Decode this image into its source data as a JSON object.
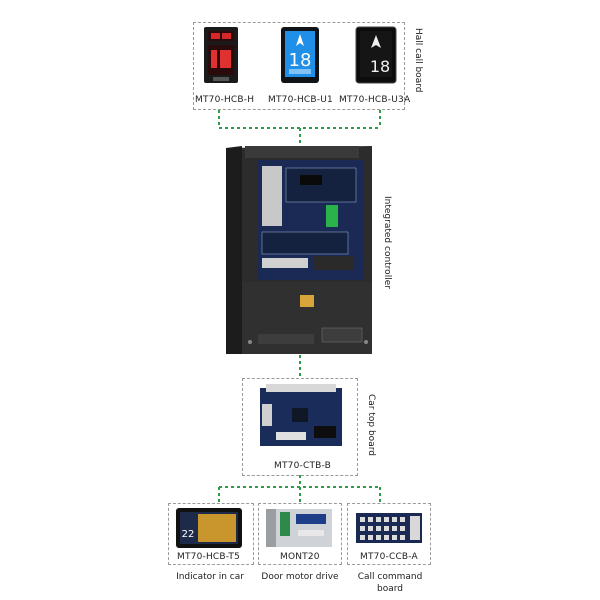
{
  "hall_call_board": {
    "title": "Hall call board",
    "models": [
      "MT70-HCB-H",
      "MT70-HCB-U1",
      "MT70-HCB-U3A"
    ],
    "display_digits": [
      "18",
      "18"
    ]
  },
  "controller": {
    "title": "Integrated controller"
  },
  "car_top_board": {
    "title": "Car top board",
    "model": "MT70-CTB-B"
  },
  "car_devices": {
    "models": [
      "MT70-HCB-T5",
      "MONT20",
      "MT70-CCB-A"
    ],
    "captions": [
      "Indicator in car",
      "Door motor drive",
      "Call command\nboard"
    ],
    "t5_digits": "22"
  },
  "colors": {
    "connector": "#2e9e46",
    "box_border": "#9a9a9a"
  }
}
